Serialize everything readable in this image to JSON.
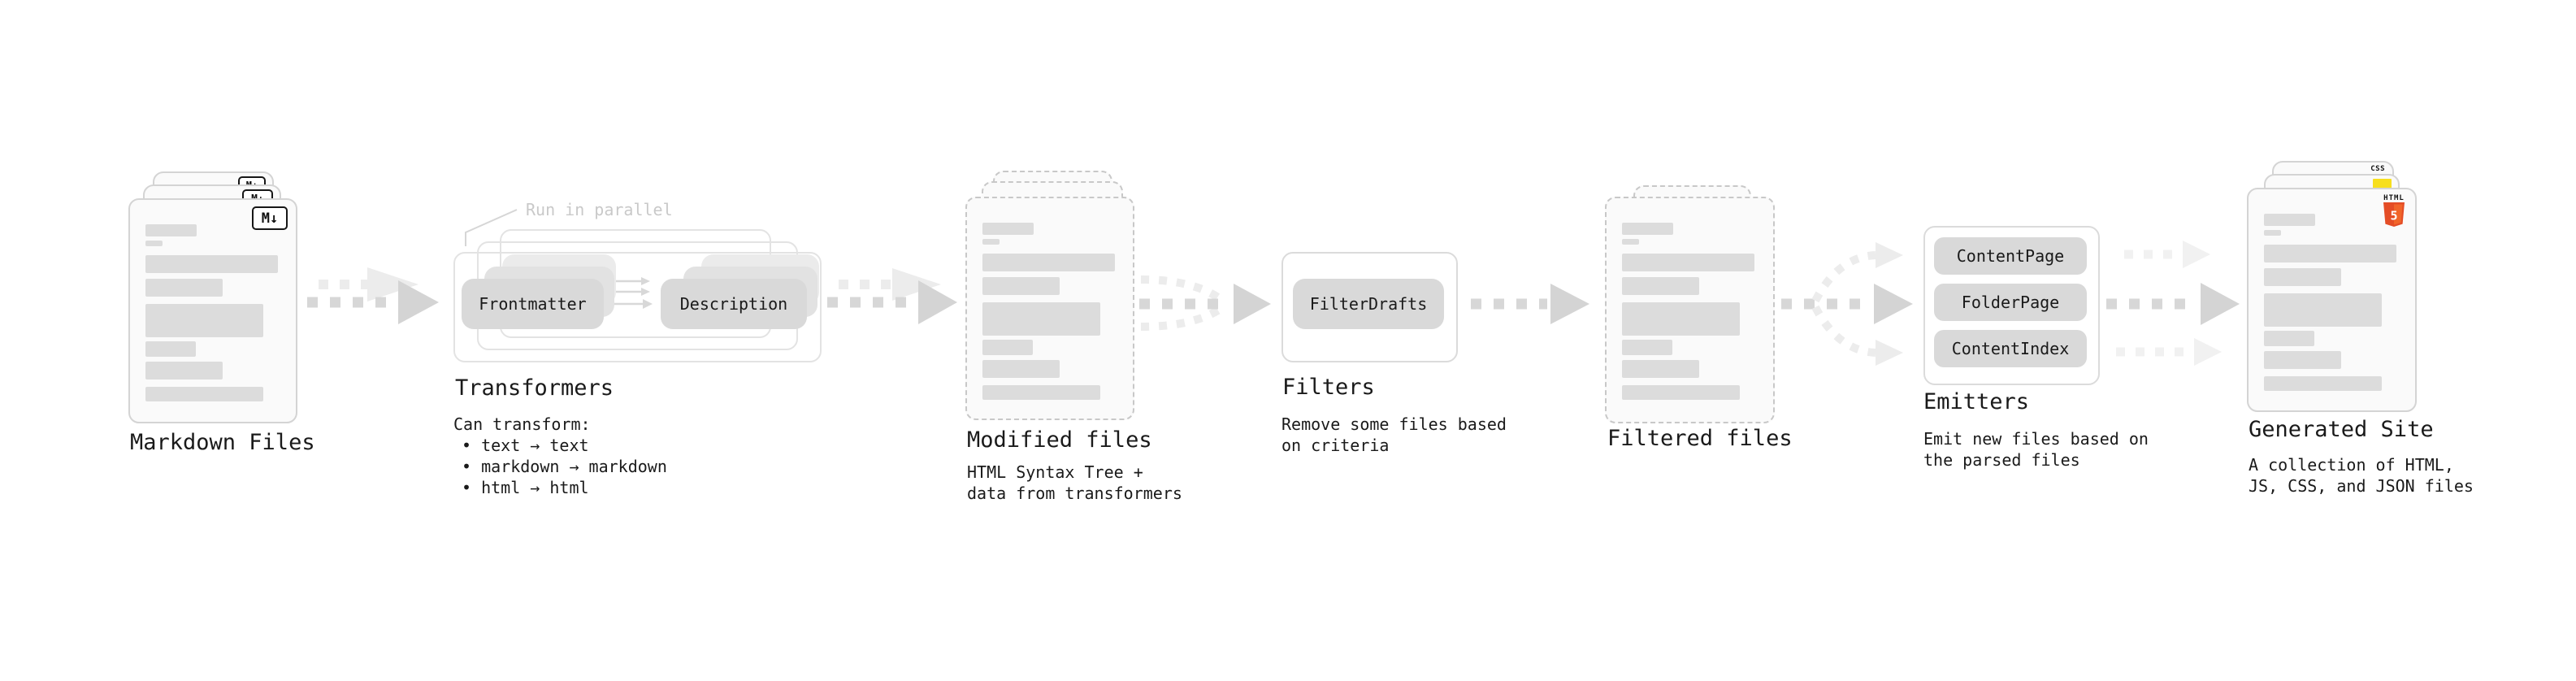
{
  "stages": {
    "markdown": {
      "label": "Markdown Files"
    },
    "transformers": {
      "label": "Transformers",
      "note": "Run in parallel",
      "box1": "Frontmatter",
      "box2": "Description",
      "desc_title": "Can transform:",
      "bullets": [
        "• text → text",
        "• markdown → markdown",
        "• html → html"
      ]
    },
    "modified": {
      "label": "Modified files",
      "desc1": "HTML Syntax Tree +",
      "desc2": "data from transformers"
    },
    "filters": {
      "label": "Filters",
      "box1": "FilterDrafts",
      "desc1": "Remove some files based",
      "desc2": "on criteria"
    },
    "filtered": {
      "label": "Filtered files"
    },
    "emitters": {
      "label": "Emitters",
      "box1": "ContentPage",
      "box2": "FolderPage",
      "box3": "ContentIndex",
      "desc1": "Emit new files based on",
      "desc2": "the parsed files"
    },
    "generated": {
      "label": "Generated Site",
      "desc1": "A collection of HTML,",
      "desc2": "JS, CSS, and JSON files"
    }
  },
  "icons": {
    "markdown": "M↓",
    "css": "CSS",
    "html5_title": "HTML",
    "html5_number": "5"
  },
  "colors": {
    "js_yellow": "#f7df1e",
    "css_blue": "#2962ff",
    "html_orange": "#e44d26",
    "html_orange_light": "#f16529",
    "node_fill": "#d9d9d9",
    "card_fill": "#fafafa",
    "bar_fill": "#dcdcdc"
  }
}
